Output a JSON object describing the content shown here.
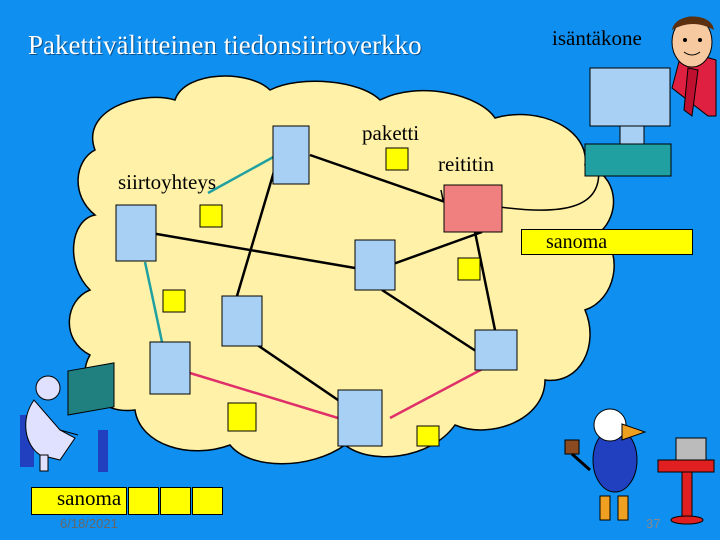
{
  "title": "Pakettivälitteinen tiedonsiirtoverkko",
  "labels": {
    "host": "isäntäkone",
    "packet": "paketti",
    "router": "reititin",
    "link": "siirtoyhteys",
    "message": "sanoma"
  },
  "footer": {
    "date": "6/18/2021",
    "page": "37"
  },
  "colors": {
    "background": "#0f8ff0",
    "cloud": "#fff2a8",
    "node": "#a8d0f5",
    "router": "#f08080",
    "packet": "#ffff00",
    "link_black": "#000000",
    "link_teal": "#20a0a0",
    "link_pink": "#e0306a"
  },
  "icons": [
    "person-at-computer-icon",
    "businessman-icon",
    "host-computer-icon",
    "duck-cartoon-icon",
    "computer-on-table-icon"
  ]
}
